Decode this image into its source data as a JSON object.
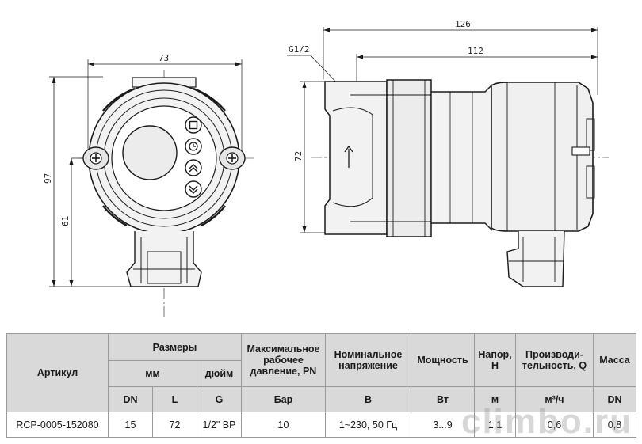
{
  "drawing": {
    "front_view": {
      "dim_width": "73",
      "dim_height": "97",
      "dim_axis_height": "61"
    },
    "side_view": {
      "dim_overall": "126",
      "dim_body": "112",
      "dim_inlet": "72",
      "thread_label": "G1/2"
    }
  },
  "table": {
    "header": {
      "article": "Артикул",
      "dimensions": "Размеры",
      "mm": "мм",
      "inch": "дюйм",
      "pressure": "Максимальное рабочее давление, PN",
      "voltage": "Номинальное напряжение",
      "power": "Мощность",
      "head": "Напор, Н",
      "flow": "Производи-тельность, Q",
      "mass": "Масса"
    },
    "units": {
      "dn": "DN",
      "l": "L",
      "g": "G",
      "pressure": "Бар",
      "voltage": "В",
      "power": "Вт",
      "head": "м",
      "flow": "м³/ч",
      "mass": "DN"
    },
    "row": {
      "article": "RCP-0005-152080",
      "dn": "15",
      "l": "72",
      "g": "1/2\" ВР",
      "pressure": "10",
      "voltage": "1~230, 50 Гц",
      "power": "3...9",
      "head": "1,1",
      "flow": "0,6",
      "mass": "0,8"
    }
  },
  "watermark": "climbo.ru"
}
